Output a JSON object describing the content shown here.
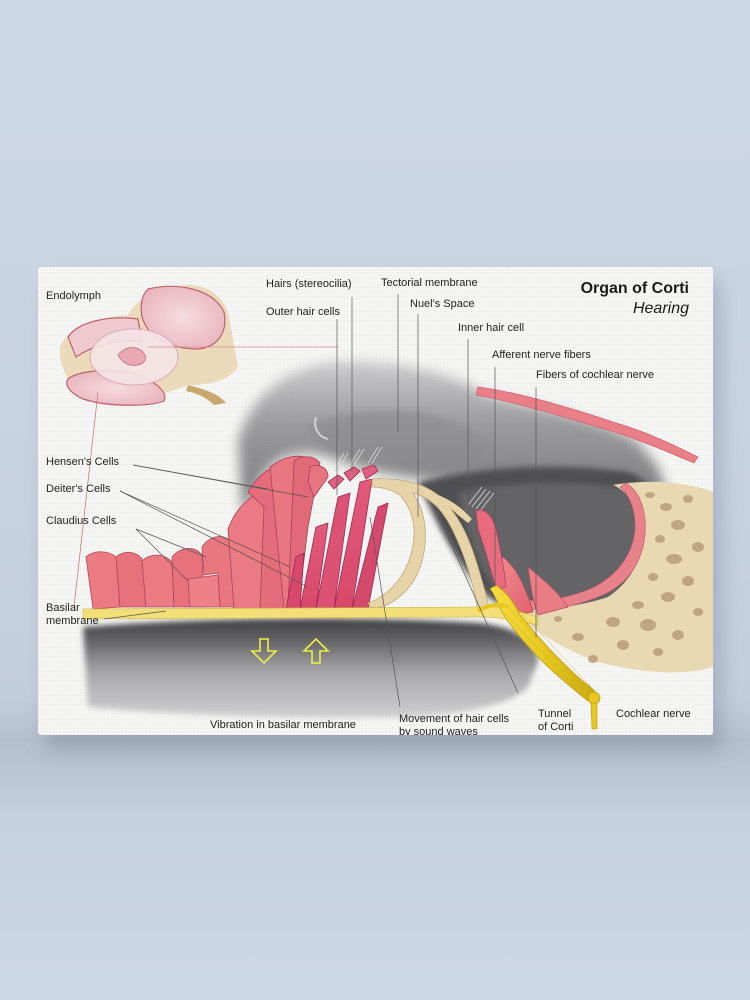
{
  "scene": {
    "wall_color": "#cdd8e6",
    "canvas_color": "#f7f7f6"
  },
  "diagram": {
    "title": "Organ of Corti",
    "subtitle": "Hearing",
    "colors": {
      "cells_pink": "#e8707a",
      "cells_dark_pink": "#d94a6a",
      "membrane_yellow": "#f0d860",
      "nerve_yellow": "#e8c820",
      "bone_tan": "#e8d8b0",
      "bone_holes": "#b8a080",
      "fluid_gray": "#6e6e70",
      "arrow_yellow": "#f2f040",
      "text": "#222222"
    },
    "labels": {
      "endolymph": "Endolymph",
      "hairs_stereocilia": "Hairs (stereocilia)",
      "outer_hair_cells": "Outer hair cells",
      "tectorial_membrane": "Tectorial membrane",
      "nuels_space": "Nuel's Space",
      "inner_hair_cell": "Inner hair cell",
      "afferent_nerve_fibers": "Afferent nerve fibers",
      "fibers_of_cochlear_nerve": "Fibers of cochlear nerve",
      "hensens_cells": "Hensen's Cells",
      "deiters_cells": "Deiter's Cells",
      "claudius_cells": "Claudius Cells",
      "basilar_membrane_line1": "Basilar",
      "basilar_membrane_line2": "membrane",
      "vibration": "Vibration in basilar membrane",
      "movement_line1": "Movement of hair cells",
      "movement_line2": "by sound waves",
      "tunnel_line1": "Tunnel",
      "tunnel_line2": "of Corti",
      "cochlear_nerve": "Cochlear nerve"
    },
    "arrows": [
      {
        "direction": "down",
        "meaning": "basilar membrane vibration down"
      },
      {
        "direction": "up",
        "meaning": "basilar membrane vibration up"
      }
    ]
  }
}
